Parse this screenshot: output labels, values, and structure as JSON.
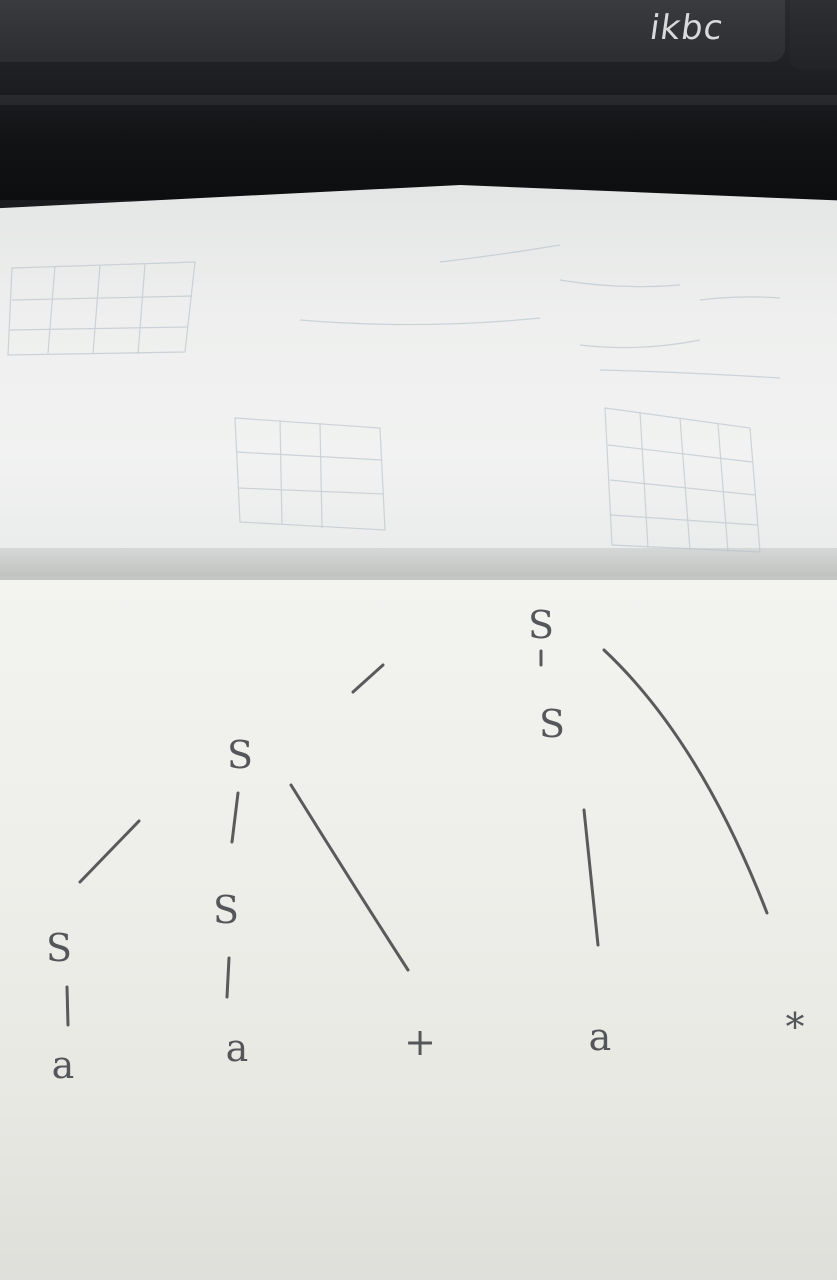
{
  "photo": {
    "keyboard_brand": "ikbc",
    "parse_tree": {
      "root": "S",
      "nodes": {
        "root_s": "S",
        "s_mid": "S",
        "s_left": "S",
        "s_inner": "S",
        "s_right": "S",
        "leaf_a1": "a",
        "leaf_a2": "a",
        "leaf_plus": "+",
        "leaf_a3": "a",
        "leaf_star": "*"
      }
    }
  }
}
